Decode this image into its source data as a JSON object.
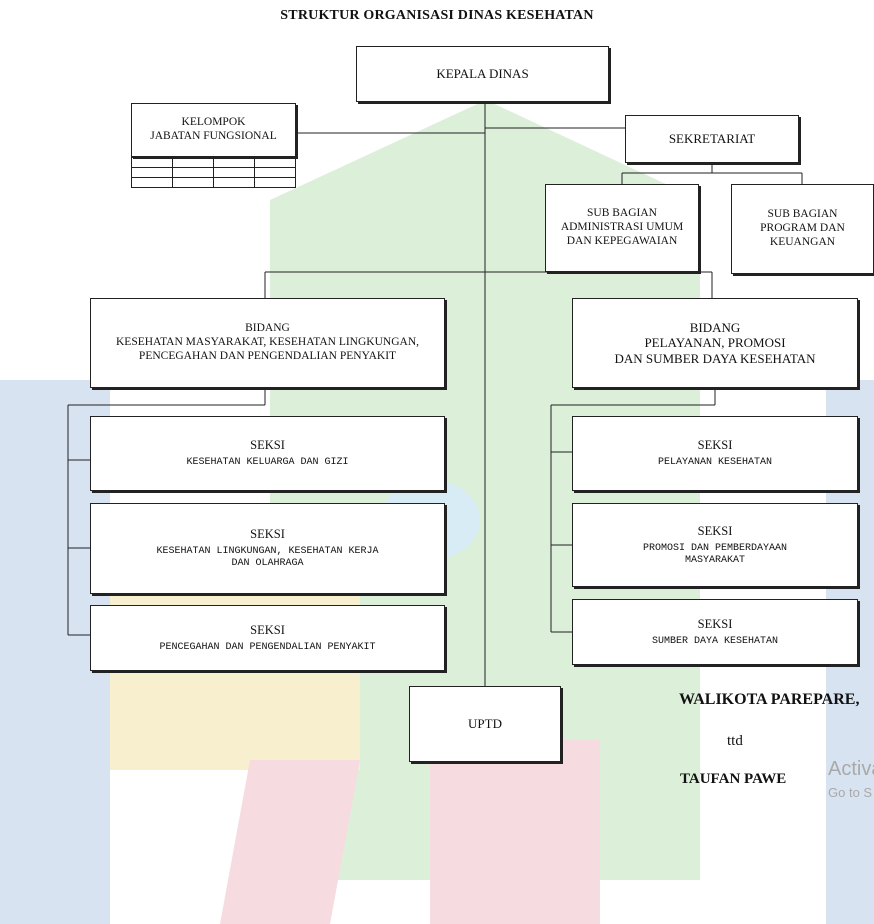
{
  "title": "STRUKTUR ORGANISASI DINAS KESEHATAN",
  "kepala_dinas": "KEPALA DINAS",
  "kelompok": {
    "line1": "KELOMPOK",
    "line2": "JABATAN FUNGSIONAL"
  },
  "sekretariat": "SEKRETARIAT",
  "sub_bagian_umum": {
    "line1": "SUB BAGIAN",
    "line2": "ADMINISTRASI UMUM",
    "line3": "DAN KEPEGAWAIAN"
  },
  "sub_bagian_program": {
    "line1": "SUB BAGIAN",
    "line2": "PROGRAM DAN",
    "line3": "KEUANGAN"
  },
  "bidang_kesmas": {
    "line1": "BIDANG",
    "line2": "KESEHATAN MASYARAKAT,  KESEHATAN LINGKUNGAN,",
    "line3": "PENCEGAHAN DAN PENGENDALIAN PENYAKIT"
  },
  "bidang_pelayanan": {
    "line1": "BIDANG",
    "line2": "PELAYANAN,  PROMOSI",
    "line3": "DAN SUMBER DAYA KESEHATAN"
  },
  "seksi_left": [
    {
      "head": "SEKSI",
      "line1": "KESEHATAN KELUARGA DAN GIZI",
      "line2": ""
    },
    {
      "head": "SEKSI",
      "line1": "KESEHATAN LINGKUNGAN,  KESEHATAN KERJA",
      "line2": "DAN OLAHRAGA"
    },
    {
      "head": "SEKSI",
      "line1": "PENCEGAHAN DAN PENGENDALIAN  PENYAKIT",
      "line2": ""
    }
  ],
  "seksi_right": [
    {
      "head": "SEKSI",
      "line1": "PELAYANAN KESEHATAN",
      "line2": ""
    },
    {
      "head": "SEKSI",
      "line1": "PROMOSI DAN PEMBERDAYAAN",
      "line2": "MASYARAKAT"
    },
    {
      "head": "SEKSI",
      "line1": "SUMBER DAYA KESEHATAN",
      "line2": ""
    }
  ],
  "uptd": "UPTD",
  "signature": {
    "office": "WALIKOTA PAREPARE,",
    "ttd": "ttd",
    "name": "TAUFAN PAWE"
  },
  "activate": {
    "line1": "Activa",
    "line2": "Go to S"
  },
  "colors": {
    "watermark_green": "#dcefd9",
    "watermark_blue": "#d8e3f1",
    "watermark_red": "#f6dbe0",
    "watermark_yellow": "#f8efcf",
    "line": "#222222"
  }
}
